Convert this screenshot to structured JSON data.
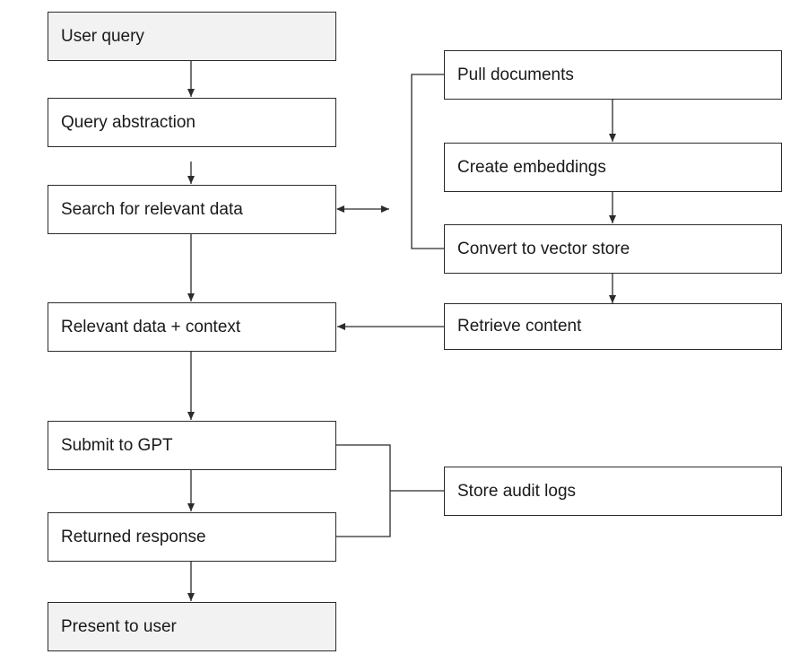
{
  "diagram": {
    "nodes": {
      "user_query": "User query",
      "query_abstraction": "Query abstraction",
      "search_relevant_data": "Search for relevant data",
      "relevant_data_context": "Relevant data + context",
      "submit_gpt": "Submit to GPT",
      "returned_response": "Returned response",
      "present_user": "Present to user",
      "pull_documents": "Pull documents",
      "create_embeddings": "Create embeddings",
      "convert_vector_store": "Convert to vector store",
      "retrieve_content": "Retrieve content",
      "store_audit_logs": "Store audit logs"
    },
    "colors": {
      "line": "#2b2b2b",
      "terminal_fill": "#f2f2f2",
      "node_fill": "#ffffff"
    }
  }
}
